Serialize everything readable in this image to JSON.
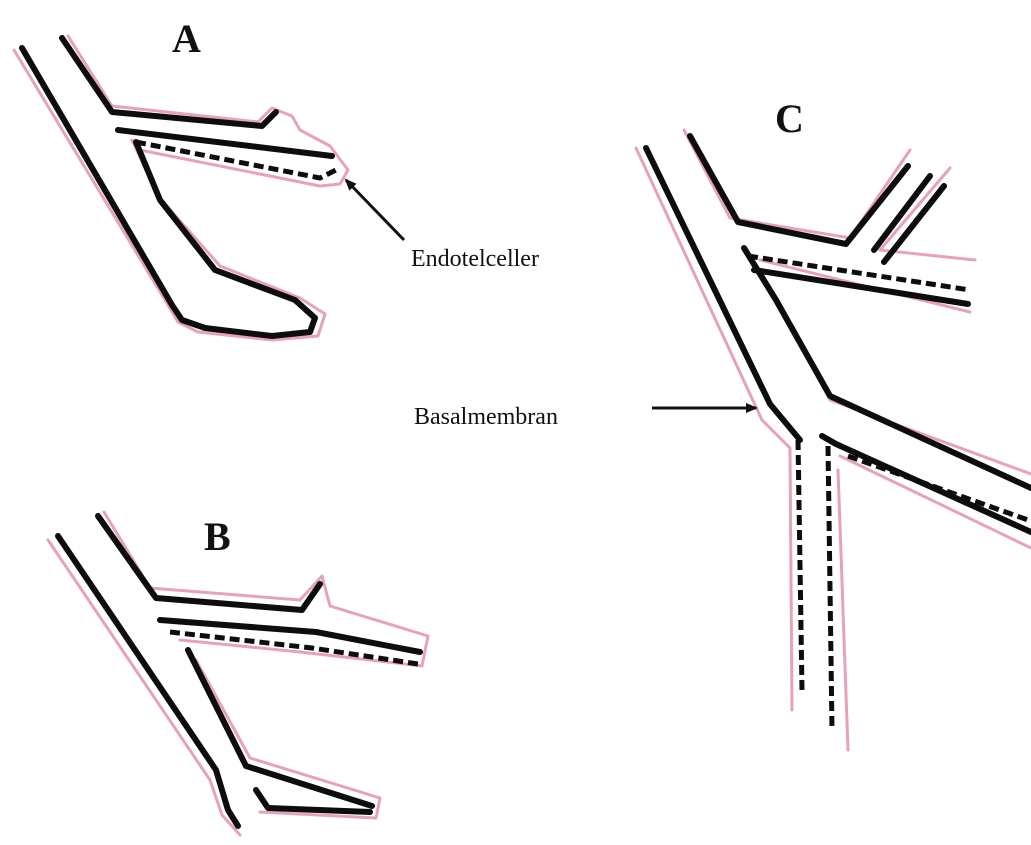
{
  "panels": [
    {
      "id": "a",
      "label": "A"
    },
    {
      "id": "b",
      "label": "B"
    },
    {
      "id": "c",
      "label": "C"
    }
  ],
  "annotations": {
    "endothelial": "Endotelceller",
    "basement_membrane": "Basalmembran"
  },
  "colors": {
    "wall": "#0d0d0d",
    "basement_membrane_outline": "#e7a3b3",
    "background": "#ffffff"
  }
}
